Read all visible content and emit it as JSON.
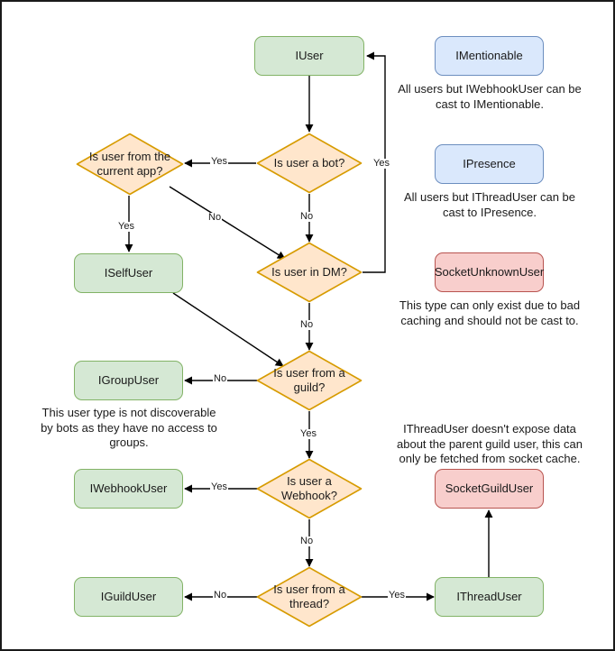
{
  "diagram": {
    "title": "Discord.Net user type resolution flowchart",
    "colors": {
      "green_fill": "#d5e8d4",
      "green_stroke": "#82b366",
      "blue_fill": "#dae8fc",
      "blue_stroke": "#6c8ebf",
      "red_fill": "#f8cecc",
      "red_stroke": "#b85450",
      "diamond_fill": "#ffe6cc",
      "diamond_stroke": "#d79b00",
      "edge_stroke": "#000000",
      "page_border": "#1a1a1a"
    },
    "nodes": [
      {
        "id": "iuser",
        "label": "IUser",
        "shape": "box",
        "color": "green"
      },
      {
        "id": "imentionable",
        "label": "IMentionable",
        "shape": "box",
        "color": "blue"
      },
      {
        "id": "ipresence",
        "label": "IPresence",
        "shape": "box",
        "color": "blue"
      },
      {
        "id": "socketunknownuser",
        "label": "SocketUnknownUser",
        "shape": "box",
        "color": "red"
      },
      {
        "id": "socketguilduser",
        "label": "SocketGuildUser",
        "shape": "box",
        "color": "red"
      },
      {
        "id": "iselfuser",
        "label": "ISelfUser",
        "shape": "box",
        "color": "green"
      },
      {
        "id": "igroupuser",
        "label": "IGroupUser",
        "shape": "box",
        "color": "green"
      },
      {
        "id": "iwebhookuser",
        "label": "IWebhookUser",
        "shape": "box",
        "color": "green"
      },
      {
        "id": "iguilduser",
        "label": "IGuildUser",
        "shape": "box",
        "color": "green"
      },
      {
        "id": "ithreaduser",
        "label": "IThreadUser",
        "shape": "box",
        "color": "green"
      },
      {
        "id": "is-bot",
        "label": "Is user a bot?",
        "shape": "diamond",
        "color": "orange"
      },
      {
        "id": "is-current-app",
        "label": "Is user from the current app?",
        "shape": "diamond",
        "color": "orange"
      },
      {
        "id": "is-dm",
        "label": "Is user in DM?",
        "shape": "diamond",
        "color": "orange"
      },
      {
        "id": "is-guild",
        "label": "Is user from a guild?",
        "shape": "diamond",
        "color": "orange"
      },
      {
        "id": "is-webhook",
        "label": "Is user a Webhook?",
        "shape": "diamond",
        "color": "orange"
      },
      {
        "id": "is-thread",
        "label": "Is user from a thread?",
        "shape": "diamond",
        "color": "orange"
      }
    ],
    "edge_labels": {
      "bot_yes": "Yes",
      "bot_no": "No",
      "current_app_yes": "Yes",
      "current_app_no": "No",
      "dm_yes": "Yes",
      "dm_no": "No",
      "guild_no": "No",
      "guild_yes": "Yes",
      "webhook_yes": "Yes",
      "webhook_no": "No",
      "thread_no": "No",
      "thread_yes": "Yes"
    },
    "notes": {
      "mentionable": "All users but IWebhookUser can be cast to IMentionable.",
      "presence": "All users but IThreadUser can be cast to IPresence.",
      "unknown_user": "This type can only exist due to bad caching and should not be cast to.",
      "group_user": "This user type is not discoverable by bots as they have no access to groups.",
      "thread_user": "IThreadUser doesn't expose data about the parent guild user, this can only be fetched from socket cache."
    }
  }
}
